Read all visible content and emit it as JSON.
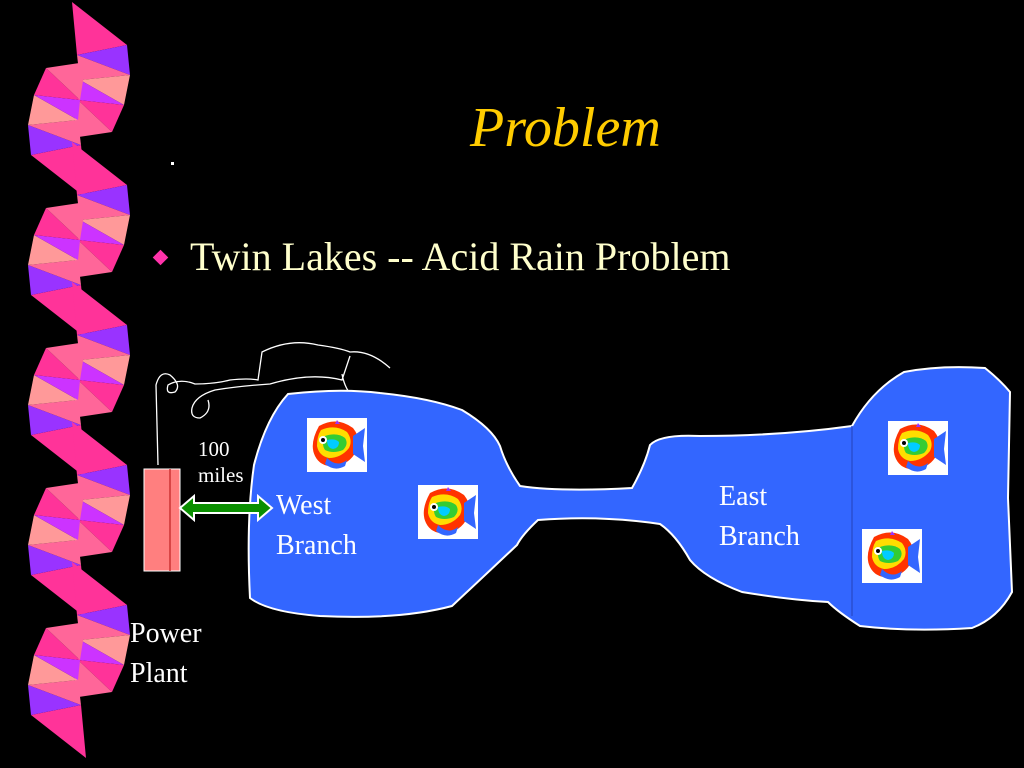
{
  "slide": {
    "title": "Problem",
    "bullet": "Twin Lakes -- Acid Rain Problem",
    "colors": {
      "background": "#000000",
      "title": "#ffcc00",
      "bullet_text": "#ffffcc",
      "bullet_marker": "#ff33aa",
      "lake": "#3366ff",
      "plant": "#ff7f7f",
      "arrow": "#0a8f00"
    }
  },
  "diagram": {
    "distance_value": "100",
    "distance_unit": "miles",
    "west_label_1": "West",
    "west_label_2": "Branch",
    "east_label_1": "East",
    "east_label_2": "Branch",
    "plant_label_1": "Power",
    "plant_label_2": "Plant",
    "icons": [
      "fish-icon",
      "fish-icon",
      "fish-icon",
      "fish-icon"
    ]
  }
}
